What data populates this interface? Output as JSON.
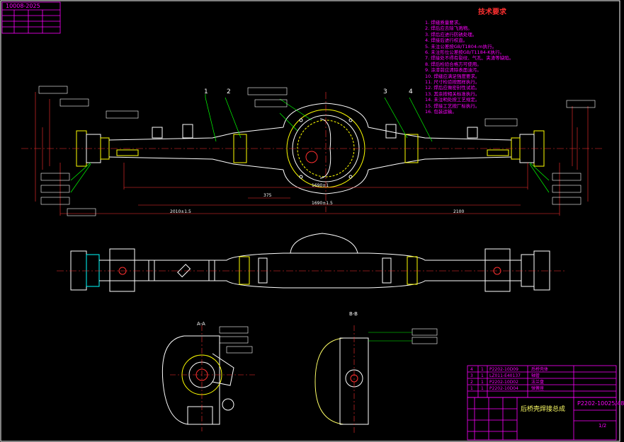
{
  "title_top_left": "10008-2025",
  "tech_requirements": {
    "heading": "技术要求",
    "items": [
      "1. 焊缝质量要求。",
      "2. 焊后应去除飞溅物。",
      "3. 焊后应进行防锈处理。",
      "4. 焊接后进行校直。",
      "5. 未注公差按GB/T1804-m执行。",
      "6. 未注形位公差按GB/T1184-K执行。",
      "7. 焊接处不得有裂纹、气孔、夹渣等缺陷。",
      "8. 焊后检验合格方可使用。",
      "9. 涂漆前应清除表面油污。",
      "10. 焊缝应满足强度要求。",
      "11. 尺寸检验按图样执行。",
      "12. 焊后应做密封性试验。",
      "13. 其余按相关标准执行。",
      "14. 未注明处按工艺规定。",
      "15. 焊接工艺按厂标执行。",
      "16. 包装运输。"
    ]
  },
  "balloons": [
    "1",
    "2",
    "3",
    "4"
  ],
  "dimensions": {
    "d1": "375",
    "d2": "1690±1",
    "d3": "1690±1.5",
    "d4": "2010±1.5",
    "d5": "2100"
  },
  "bom": {
    "rows": [
      {
        "no": "4",
        "qty": "1",
        "code": "P2202-10D09",
        "name": "后桥壳体"
      },
      {
        "no": "3",
        "qty": "1",
        "code": "LZ011-E40137",
        "name": "轴管"
      },
      {
        "no": "2",
        "qty": "1",
        "code": "P2202-10D02",
        "name": "法兰盘"
      },
      {
        "no": "1",
        "qty": "1",
        "code": "P2202-10D04",
        "name": "弹簧座"
      }
    ]
  },
  "title_block": {
    "drawing_no": "P2202-10025/48",
    "part_name": "后桥壳焊接总成",
    "sheet": "1/2"
  },
  "section_labels": {
    "a": "A-A",
    "b": "B-B"
  },
  "colors": {
    "outline": "#ffffff",
    "accent": "#ff00ff",
    "dimension": "#ff3030",
    "leader": "#00ff00",
    "highlight": "#ffff00",
    "note": "#00ffff"
  }
}
